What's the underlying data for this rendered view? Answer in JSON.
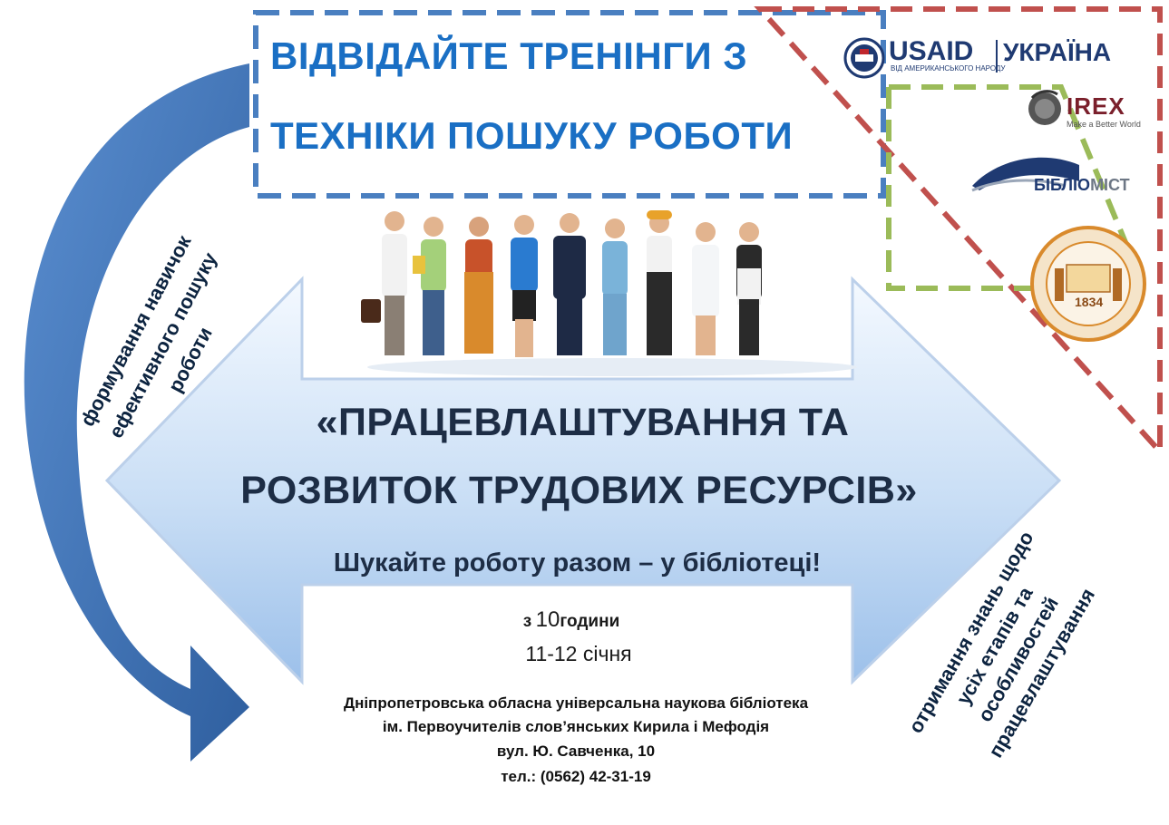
{
  "header": {
    "line1": "ВІДВІДАЙТЕ ТРЕНІНГИ З",
    "line2": "ТЕХНІКИ ПОШУКУ РОБОТИ"
  },
  "logos": {
    "usaid_word": "USAID",
    "usaid_country": "УКРАЇНА",
    "usaid_sub": "ВІД АМЕРИКАНСЬКОГО НАРОДУ",
    "irex_word": "IREX",
    "irex_tagline": "Make a Better World",
    "bibliomist_a": "БІБЛІО",
    "bibliomist_b": "МІСТ",
    "library_seal_year": "1834"
  },
  "left_side": {
    "line1": "формування  навичок",
    "line2": "ефективного  пошуку",
    "line3": "роботи"
  },
  "right_side": {
    "line1": "отримання знань щодо",
    "line2": "усіх етапів та",
    "line3": "особливостей",
    "line4": "працевлаштування"
  },
  "main": {
    "title_line1": "«ПРАЦЕВЛАШТУВАННЯ ТА",
    "title_line2": "РОЗВИТОК ТРУДОВИХ РЕСУРСІВ»",
    "subtitle": "Шукайте роботу разом – у бібліотеці!"
  },
  "schedule": {
    "from": "з",
    "hour": "10",
    "hours_word": "години",
    "dates": "11-12 січня"
  },
  "address": {
    "line1": "Дніпропетровська обласна універсальна наукова бібліотека",
    "line2": "ім. Первоучителів слов’янських Кирила і Мефодія",
    "line3": "вул. Ю. Савченка, 10",
    "line4": "тел.: (0562) 42-31-19"
  },
  "colors": {
    "blue_heading": "#1a6fc4",
    "dark_navy": "#1d2d45",
    "dashed_blue": "#4a7fc0",
    "dashed_red": "#c0504d",
    "dashed_green": "#9bbb59",
    "arrow_blue": "#3e6fb3"
  }
}
